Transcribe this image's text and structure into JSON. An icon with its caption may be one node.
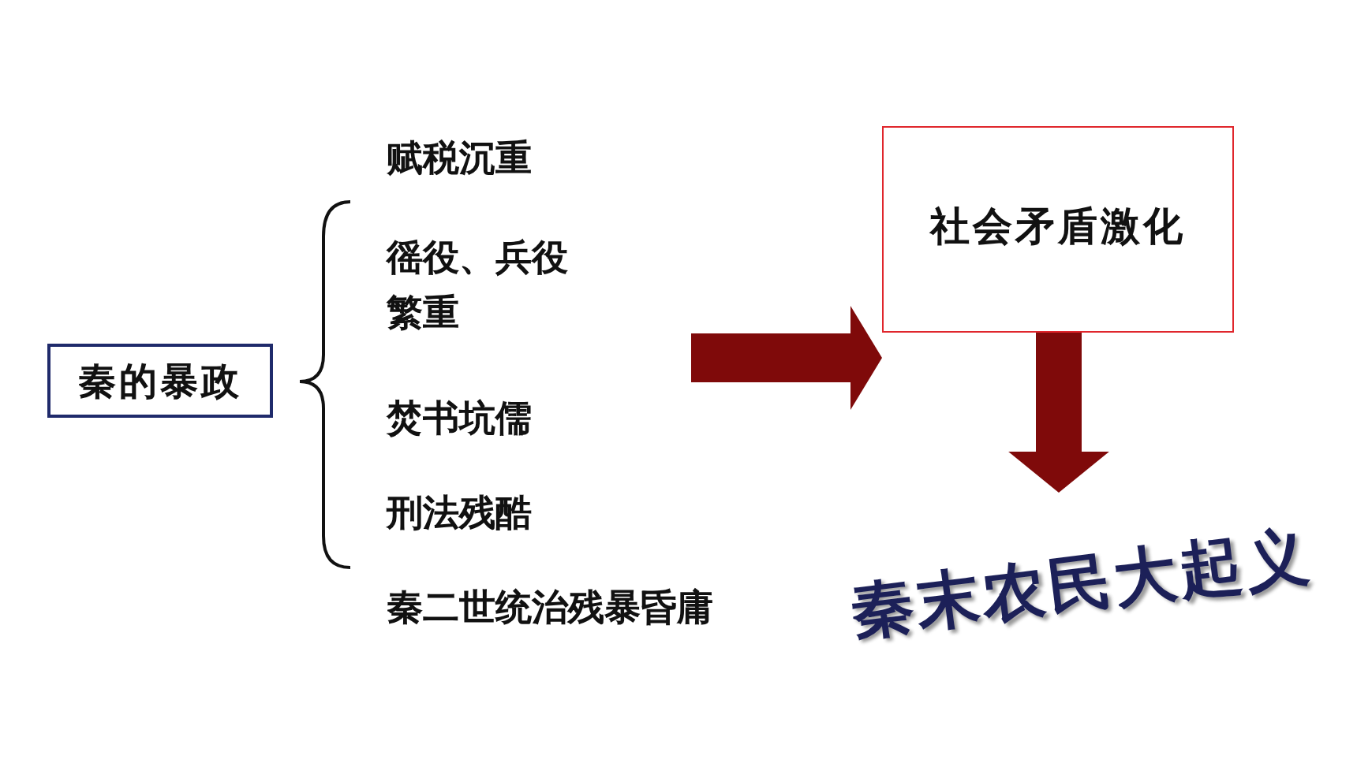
{
  "diagram": {
    "nodes": [
      {
        "text": [
          "秦的暴政"
        ]
      },
      {
        "text": [
          "社会矛盾激化"
        ]
      },
      {
        "text": [
          "秦末农民大起义"
        ]
      }
    ],
    "edges": [
      {
        "from": null,
        "to": 1,
        "arrow": "to"
      },
      {
        "from": 1,
        "to": 2,
        "arrow": "to"
      }
    ],
    "labels": [
      "赋税沉重",
      "徭役、兵役繁重",
      "焚书坑儒",
      "刑法残酷",
      "秦二世统治残暴昏庸"
    ]
  }
}
